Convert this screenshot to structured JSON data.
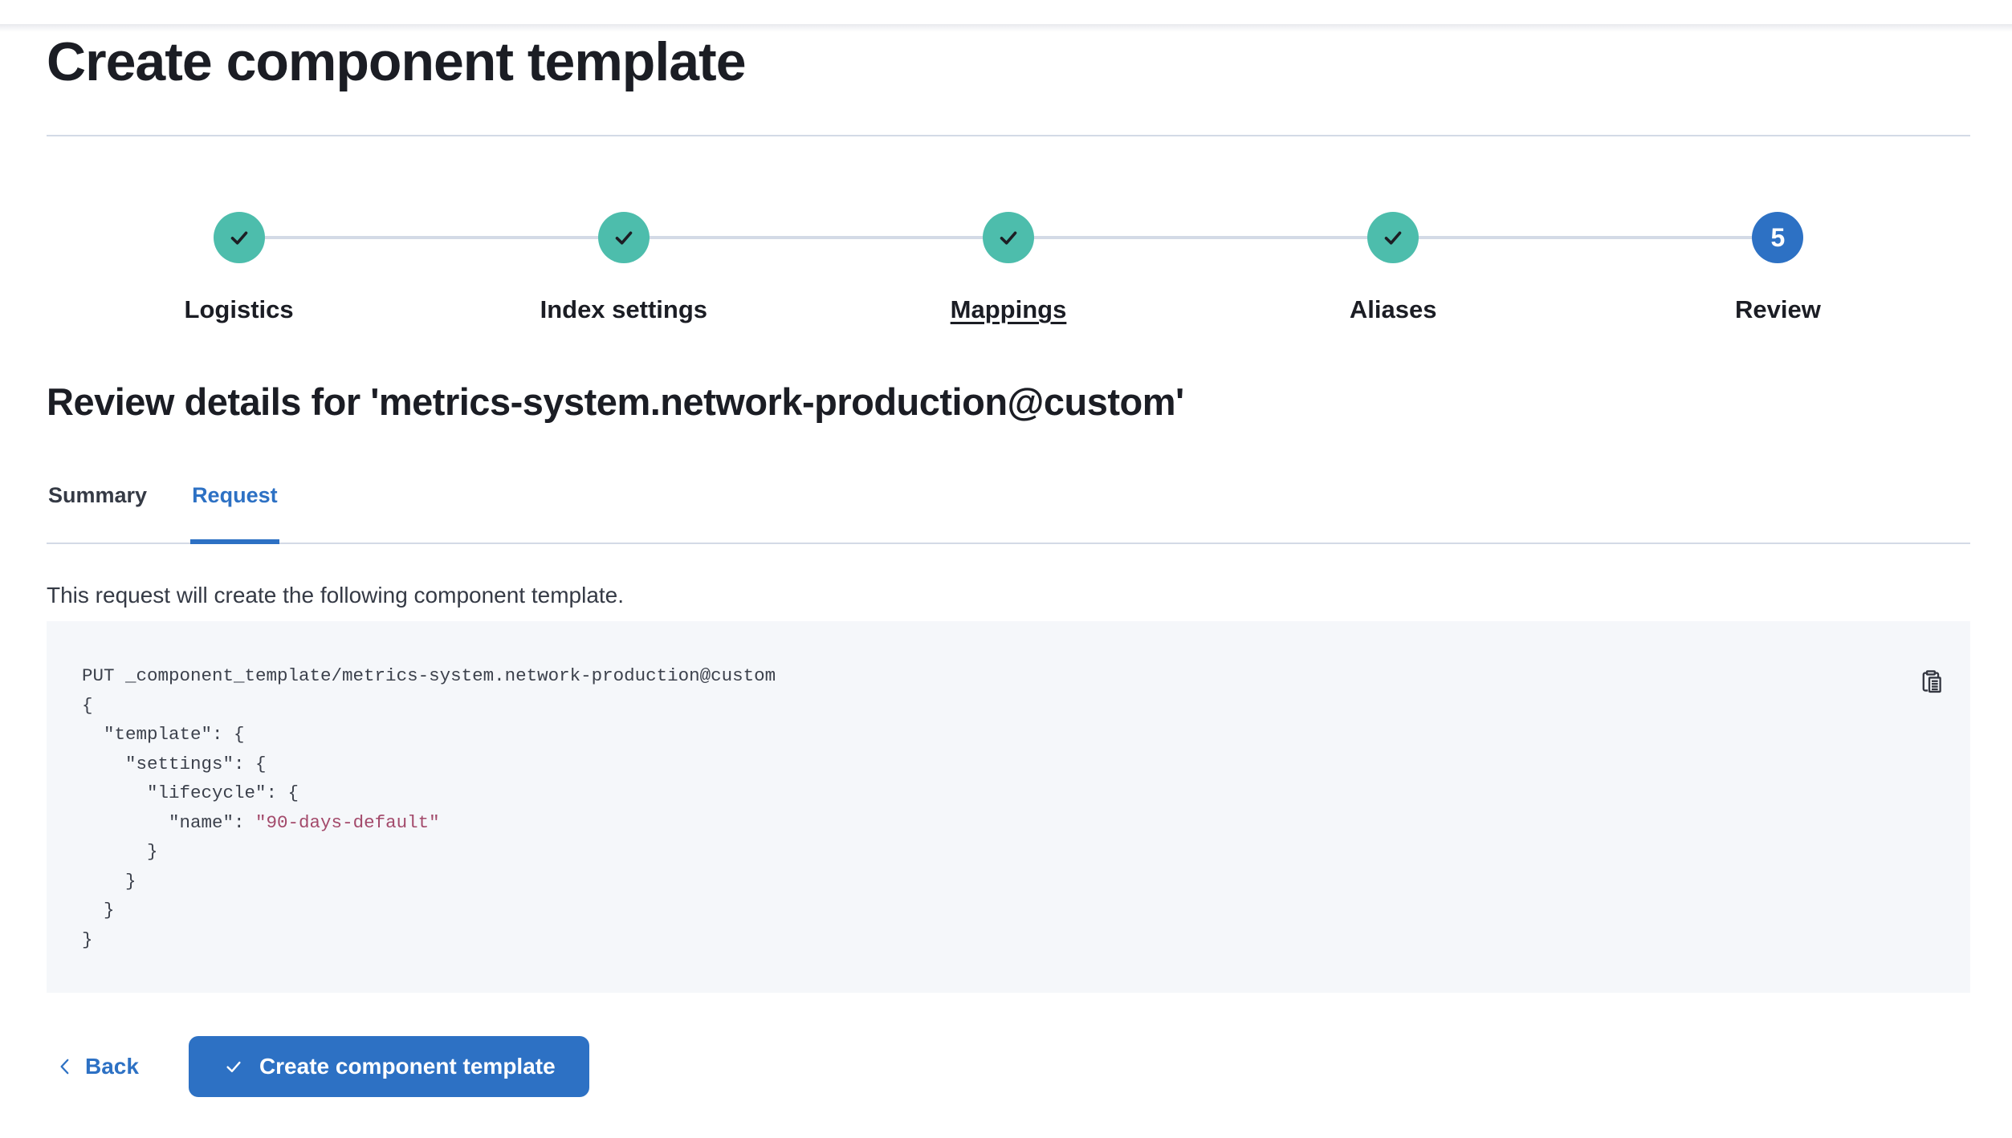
{
  "page": {
    "title": "Create component template"
  },
  "steps": {
    "items": [
      {
        "label": "Logistics",
        "status": "complete",
        "icon": "check-icon"
      },
      {
        "label": "Index settings",
        "status": "complete",
        "icon": "check-icon"
      },
      {
        "label": "Mappings",
        "status": "complete",
        "icon": "check-icon",
        "underlined": true
      },
      {
        "label": "Aliases",
        "status": "complete",
        "icon": "check-icon"
      },
      {
        "label": "Review",
        "status": "current",
        "number": "5"
      }
    ]
  },
  "review": {
    "heading": "Review details for 'metrics-system.network-production@custom'",
    "tabs": [
      {
        "label": "Summary",
        "active": false
      },
      {
        "label": "Request",
        "active": true
      }
    ],
    "description": "This request will create the following component template."
  },
  "code": {
    "copy_icon": "clipboard-icon",
    "lines": [
      {
        "parts": [
          {
            "text": "PUT _component_template/metrics-system.network-production@custom",
            "type": "plain"
          }
        ]
      },
      {
        "parts": [
          {
            "text": "{",
            "type": "plain"
          }
        ]
      },
      {
        "parts": [
          {
            "text": "  \"template\": {",
            "type": "plain"
          }
        ]
      },
      {
        "parts": [
          {
            "text": "    \"settings\": {",
            "type": "plain"
          }
        ]
      },
      {
        "parts": [
          {
            "text": "      \"lifecycle\": {",
            "type": "plain"
          }
        ]
      },
      {
        "parts": [
          {
            "text": "        \"name\": ",
            "type": "plain"
          },
          {
            "text": "\"90-days-default\"",
            "type": "string"
          }
        ]
      },
      {
        "parts": [
          {
            "text": "      }",
            "type": "plain"
          }
        ]
      },
      {
        "parts": [
          {
            "text": "    }",
            "type": "plain"
          }
        ]
      },
      {
        "parts": [
          {
            "text": "  }",
            "type": "plain"
          }
        ]
      },
      {
        "parts": [
          {
            "text": "}",
            "type": "plain"
          }
        ]
      }
    ]
  },
  "footer": {
    "back_label": "Back",
    "submit_label": "Create component template"
  },
  "colors": {
    "near-black": "#1b1d24",
    "body-text": "#353a45",
    "divider": "#d3dae6",
    "teal": "#4dbdac",
    "check": "#1d1e24",
    "accent-blue": "#2d71c4",
    "code-bg": "#f5f7fa",
    "code-plain": "#3c414c",
    "code-string": "#a34a6b"
  }
}
